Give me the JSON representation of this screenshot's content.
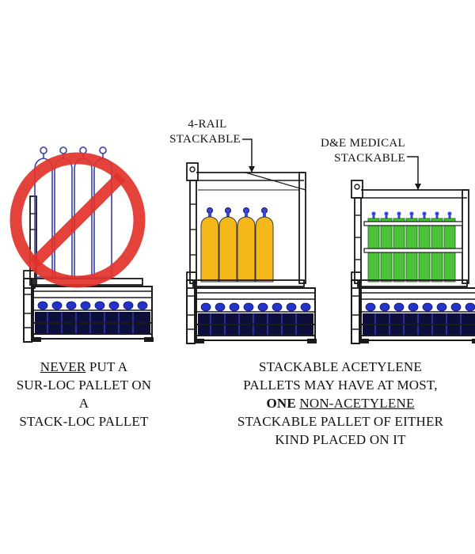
{
  "callouts": {
    "rail": {
      "line1": "4-RAIL",
      "line2": "STACKABLE"
    },
    "medical": {
      "line1": "D&E MEDICAL",
      "line2": "STACKABLE"
    }
  },
  "captions": {
    "left": {
      "line1_underlined": "NEVER",
      "line1_rest": " PUT A",
      "line2": "SUR-LOC PALLET ON A",
      "line3": "STACK-LOC PALLET"
    },
    "right": {
      "line1": "STACKABLE ACETYLENE",
      "line2": "PALLETS MAY HAVE AT MOST,",
      "line3_bold": "ONE",
      "line3_space": " ",
      "line3_underlined": "NON-ACETYLENE",
      "line4": "STACKABLE PALLET OF EITHER",
      "line5": "KIND PLACED ON IT"
    }
  },
  "colors": {
    "cylinder_outline": "#3a3fa8",
    "prohibition_red": "#e2332b",
    "acetylene_cylinder": "#f5b81a",
    "medical_cylinder": "#4cc23a",
    "base_cylinder": "#2432c8",
    "line": "#1a1a1a"
  },
  "icons": [
    "prohibition-icon"
  ]
}
